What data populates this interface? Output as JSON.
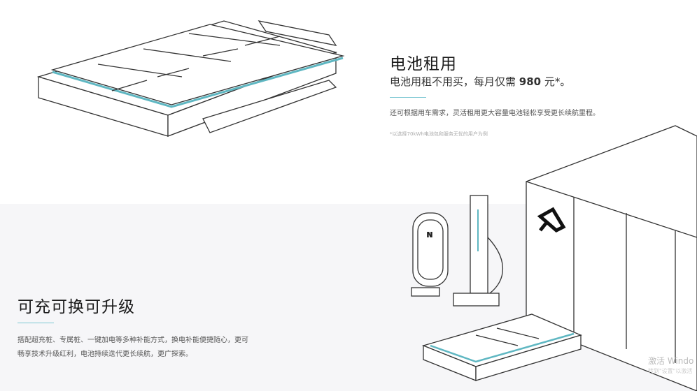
{
  "rental": {
    "title": "电池租用",
    "subtitle_pre": "电池用租不用买，每月仅需 ",
    "price": "980",
    "subtitle_post": " 元*。",
    "desc": "还可根据用车需求，灵活租用更大容量电池轻松享受更长续航里程。",
    "note": "*以选择70kWh电池包和服务无忧的用户为例"
  },
  "upgrade": {
    "title": "可充可换可升级",
    "desc_line1": "搭配超充桩、专属桩、一键加电等多种补能方式，换电补能便捷随心，更可",
    "desc_line2": "畅享技术升级红利，电池持续迭代更长续航，更广探索。"
  },
  "watermark": {
    "line1": "激活 Windo",
    "line2": "转到\"设置\"以激活"
  },
  "colors": {
    "accent": "#7cc7d3",
    "bottom_bg": "#f6f6f8"
  }
}
